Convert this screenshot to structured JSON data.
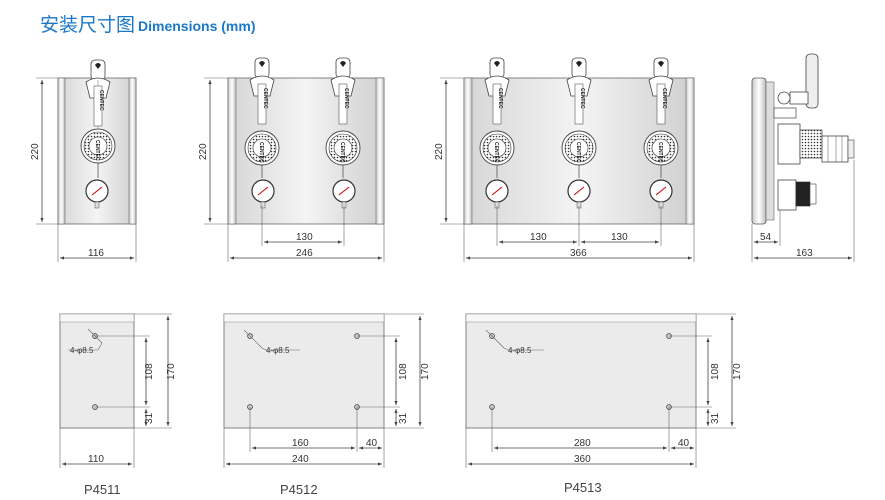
{
  "header": {
    "title_cn": "安装尺寸图",
    "title_en": "Dimensions (mm)"
  },
  "brand_label": "CENTEC",
  "front_views": {
    "p4511": {
      "height": "220",
      "width": "116"
    },
    "p4512": {
      "height": "220",
      "spacing": "130",
      "width": "246"
    },
    "p4513": {
      "height": "220",
      "spacing_1": "130",
      "spacing_2": "130",
      "width": "366"
    },
    "side": {
      "depth_small": "54",
      "depth_total": "163"
    }
  },
  "mount_views": {
    "p4511": {
      "hole_label": "4-φ8.5",
      "height": "170",
      "hole_spacing_v": "108",
      "hole_offset_bottom": "31",
      "width": "110",
      "model": "P4511"
    },
    "p4512": {
      "hole_label": "4-φ8.5",
      "height": "170",
      "hole_spacing_v": "108",
      "hole_offset_bottom": "31",
      "hole_spacing_h": "160",
      "edge_offset": "40",
      "width": "240",
      "model": "P4512"
    },
    "p4513": {
      "hole_label": "4-φ8.5",
      "height": "170",
      "hole_spacing_v": "108",
      "hole_offset_bottom": "31",
      "hole_spacing_h": "280",
      "edge_offset": "40",
      "width": "360",
      "model": "P4513"
    }
  },
  "colors": {
    "title": "#1a78c8",
    "line": "#444444",
    "panel": "#e6e6e6",
    "panel_edge": "#666666"
  }
}
